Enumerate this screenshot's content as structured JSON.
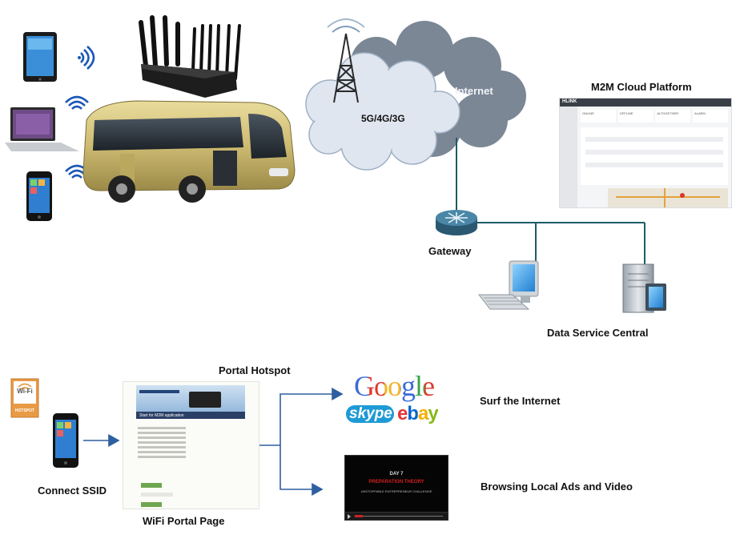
{
  "cloud": {
    "internet_label": "Internet",
    "cellular_label": "5G/4G/3G"
  },
  "m2m": {
    "title": "M2M Cloud Platform",
    "brand": "HLINK",
    "stats": [
      "ONLINE",
      "OFFLINE",
      "ALTOGETHER",
      "ALARM"
    ]
  },
  "gateway": {
    "label": "Gateway"
  },
  "data_service": {
    "label": "Data Service Central"
  },
  "wifi_badge": {
    "line1": "Wi-Fi",
    "line2": "HOTSPOT"
  },
  "connect_ssid": {
    "label": "Connect SSID"
  },
  "portal": {
    "title": "Portal Hotspot",
    "page_label": "WiFi Portal Page",
    "banner_text": "Start for M2M application"
  },
  "internet_brands": {
    "google": "Google",
    "skype": "skype",
    "ebay": "ebay"
  },
  "surf": {
    "label": "Surf the Internet"
  },
  "video": {
    "label": "Browsing Local Ads and Video",
    "line1": "DAY 7",
    "line2": "PREPARATION THEORY",
    "line3": "UNSTOPPABLE ENTREPRENEUR CHALLENGE"
  },
  "colors": {
    "line": "#1f5c66",
    "arrow": "#2e5fa0",
    "cloud": "#dfe6ef",
    "cloud_dark": "#7c8795",
    "bus": "#cdbb72"
  }
}
